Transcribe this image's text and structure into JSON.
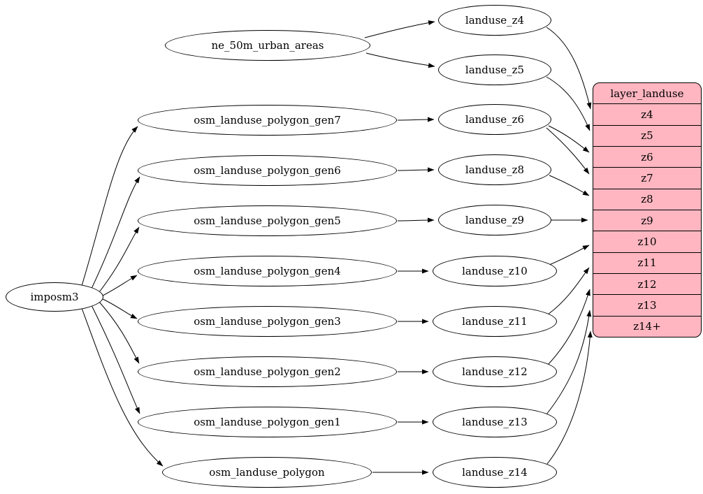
{
  "diagram": {
    "type": "graphviz-etl-graph",
    "description": "ETL flow for the layer_landuse tile layer"
  },
  "nodes": {
    "imposm3": "imposm3",
    "ne_50m_urban_areas": "ne_50m_urban_areas",
    "osm_landuse_polygon_gen7": "osm_landuse_polygon_gen7",
    "osm_landuse_polygon_gen6": "osm_landuse_polygon_gen6",
    "osm_landuse_polygon_gen5": "osm_landuse_polygon_gen5",
    "osm_landuse_polygon_gen4": "osm_landuse_polygon_gen4",
    "osm_landuse_polygon_gen3": "osm_landuse_polygon_gen3",
    "osm_landuse_polygon_gen2": "osm_landuse_polygon_gen2",
    "osm_landuse_polygon_gen1": "osm_landuse_polygon_gen1",
    "osm_landuse_polygon": "osm_landuse_polygon",
    "landuse_z4": "landuse_z4",
    "landuse_z5": "landuse_z5",
    "landuse_z6": "landuse_z6",
    "landuse_z8": "landuse_z8",
    "landuse_z9": "landuse_z9",
    "landuse_z10": "landuse_z10",
    "landuse_z11": "landuse_z11",
    "landuse_z12": "landuse_z12",
    "landuse_z13": "landuse_z13",
    "landuse_z14": "landuse_z14"
  },
  "record": {
    "title": "layer_landuse",
    "rows": [
      "z4",
      "z5",
      "z6",
      "z7",
      "z8",
      "z9",
      "z10",
      "z11",
      "z12",
      "z13",
      "z14+"
    ],
    "fill_color": "#ffb6c1"
  },
  "edges": [
    {
      "from": "imposm3",
      "to": "osm_landuse_polygon_gen7"
    },
    {
      "from": "imposm3",
      "to": "osm_landuse_polygon_gen6"
    },
    {
      "from": "imposm3",
      "to": "osm_landuse_polygon_gen5"
    },
    {
      "from": "imposm3",
      "to": "osm_landuse_polygon_gen4"
    },
    {
      "from": "imposm3",
      "to": "osm_landuse_polygon_gen3"
    },
    {
      "from": "imposm3",
      "to": "osm_landuse_polygon_gen2"
    },
    {
      "from": "imposm3",
      "to": "osm_landuse_polygon_gen1"
    },
    {
      "from": "imposm3",
      "to": "osm_landuse_polygon"
    },
    {
      "from": "ne_50m_urban_areas",
      "to": "landuse_z4"
    },
    {
      "from": "ne_50m_urban_areas",
      "to": "landuse_z5"
    },
    {
      "from": "osm_landuse_polygon_gen7",
      "to": "landuse_z6"
    },
    {
      "from": "osm_landuse_polygon_gen6",
      "to": "landuse_z8"
    },
    {
      "from": "osm_landuse_polygon_gen5",
      "to": "landuse_z9"
    },
    {
      "from": "osm_landuse_polygon_gen4",
      "to": "landuse_z10"
    },
    {
      "from": "osm_landuse_polygon_gen3",
      "to": "landuse_z11"
    },
    {
      "from": "osm_landuse_polygon_gen2",
      "to": "landuse_z12"
    },
    {
      "from": "osm_landuse_polygon_gen1",
      "to": "landuse_z13"
    },
    {
      "from": "osm_landuse_polygon",
      "to": "landuse_z14"
    },
    {
      "from": "landuse_z4",
      "to": "layer_landuse.z4"
    },
    {
      "from": "landuse_z5",
      "to": "layer_landuse.z5"
    },
    {
      "from": "landuse_z6",
      "to": "layer_landuse.z6"
    },
    {
      "from": "landuse_z6",
      "to": "layer_landuse.z7"
    },
    {
      "from": "landuse_z8",
      "to": "layer_landuse.z8"
    },
    {
      "from": "landuse_z9",
      "to": "layer_landuse.z9"
    },
    {
      "from": "landuse_z10",
      "to": "layer_landuse.z10"
    },
    {
      "from": "landuse_z11",
      "to": "layer_landuse.z11"
    },
    {
      "from": "landuse_z12",
      "to": "layer_landuse.z12"
    },
    {
      "from": "landuse_z13",
      "to": "layer_landuse.z13"
    },
    {
      "from": "landuse_z14",
      "to": "layer_landuse.z14+"
    }
  ]
}
